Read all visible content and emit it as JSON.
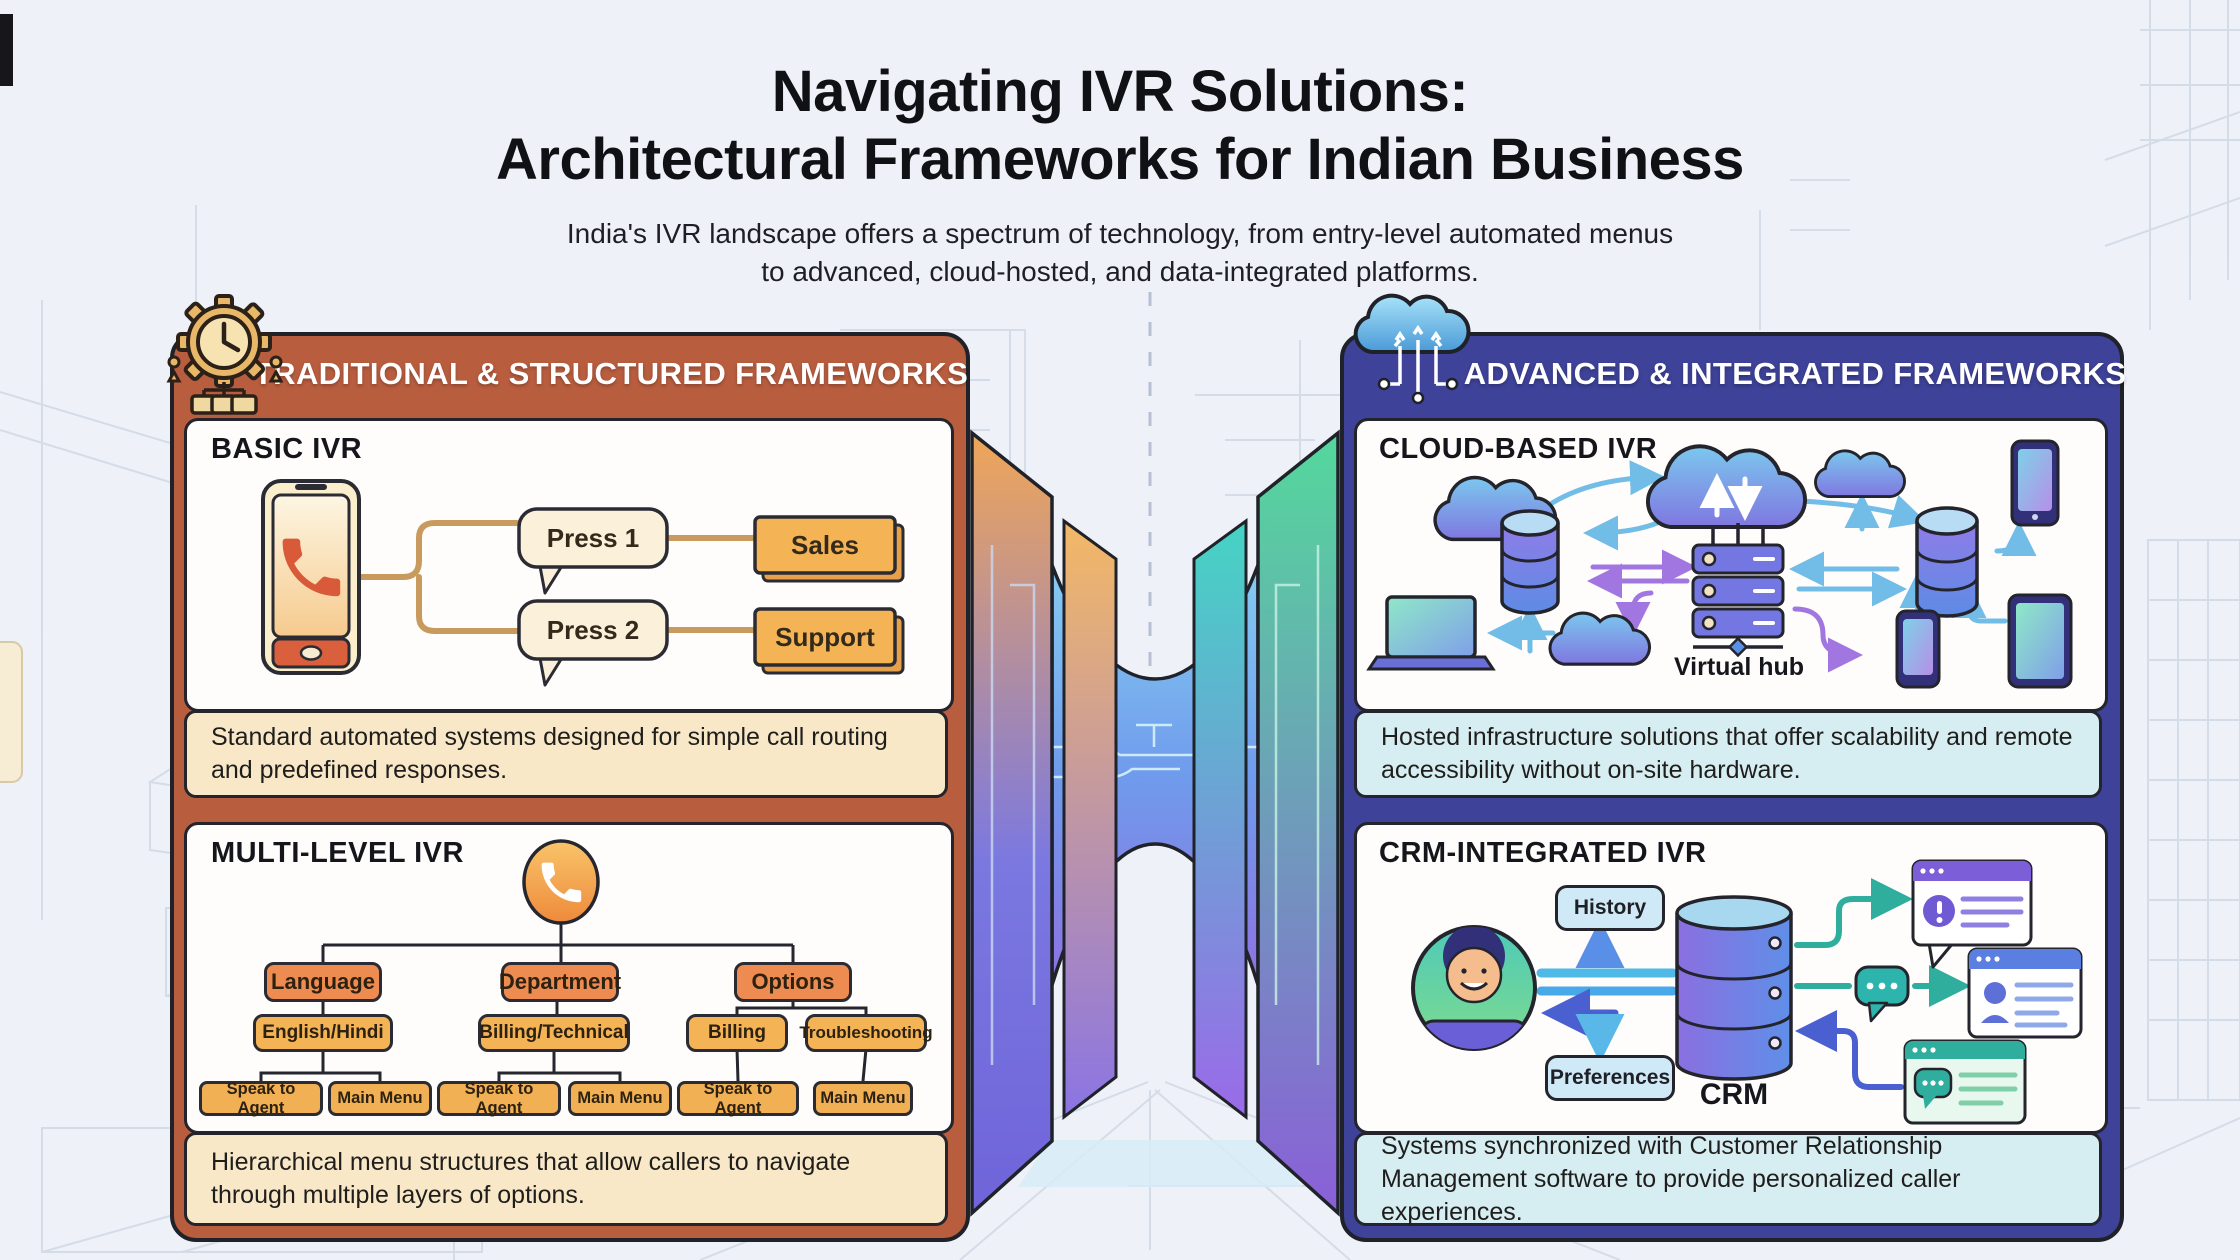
{
  "title": {
    "line1": "Navigating IVR Solutions:",
    "line2": "Architectural Frameworks for Indian Business"
  },
  "subtitle": {
    "line1": "India's IVR landscape offers a spectrum of technology, from entry-level automated menus",
    "line2": "to advanced, cloud-hosted, and data-integrated platforms."
  },
  "left_panel": {
    "header": "TRADITIONAL & STRUCTURED FRAMEWORKS",
    "accent_color": "#b95d3f",
    "basic_ivr": {
      "title": "BASIC IVR",
      "prompts": [
        {
          "key": "Press 1",
          "destination": "Sales"
        },
        {
          "key": "Press 2",
          "destination": "Support"
        }
      ],
      "description": "Standard automated systems designed for simple call routing and predefined responses."
    },
    "multi_level_ivr": {
      "title": "MULTI-LEVEL IVR",
      "level1": [
        "Language",
        "Department",
        "Options"
      ],
      "level2": [
        "English/Hindi",
        "Billing/Technical",
        "Billing",
        "Troubleshooting"
      ],
      "level3": [
        "Speak to Agent",
        "Main Menu",
        "Speak to Agent",
        "Main Menu",
        "Speak to Agent",
        "Main Menu"
      ],
      "description": "Hierarchical menu structures that allow callers to navigate through multiple layers of options."
    }
  },
  "right_panel": {
    "header": "ADVANCED & INTEGRATED FRAMEWORKS",
    "accent_color": "#3e4298",
    "cloud_ivr": {
      "title": "CLOUD-BASED IVR",
      "hub_label": "Virtual hub",
      "description": "Hosted infrastructure solutions that offer scalability and remote accessibility without on-site hardware."
    },
    "crm_ivr": {
      "title": "CRM-INTEGRATED IVR",
      "tags": {
        "history": "History",
        "preferences": "Preferences",
        "crm": "CRM"
      },
      "description": "Systems synchronized with Customer Relationship Management software to provide personalized caller experiences."
    }
  }
}
